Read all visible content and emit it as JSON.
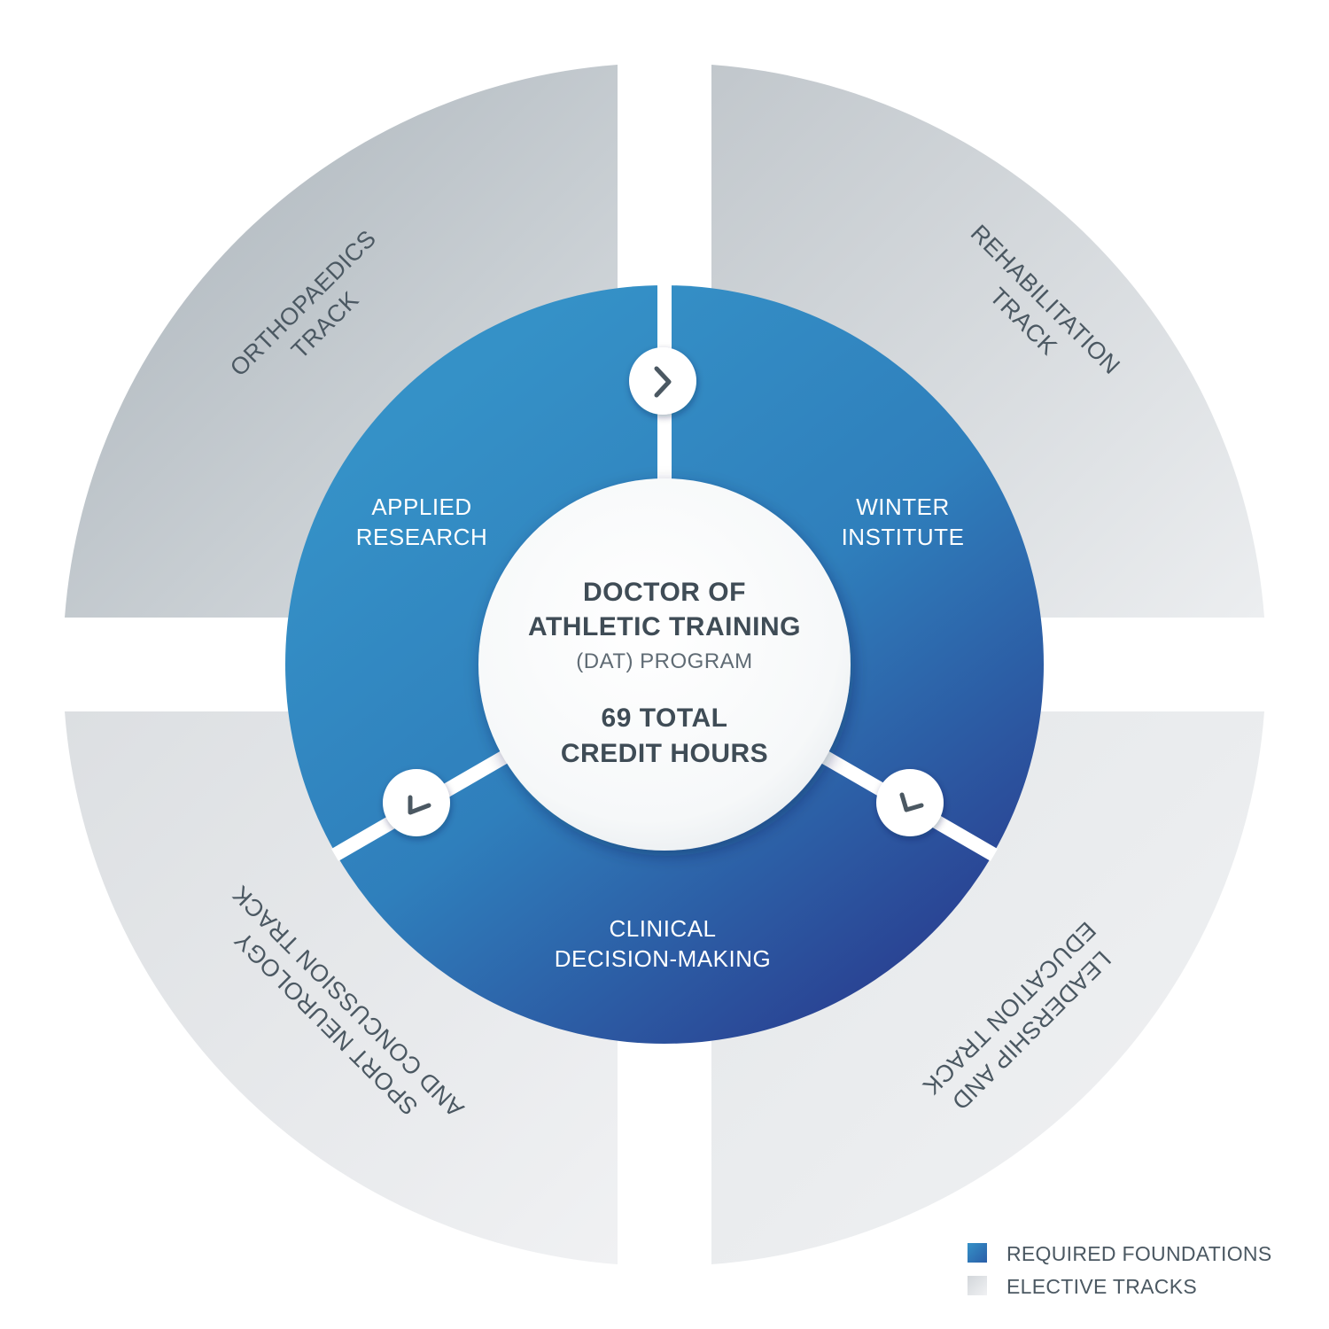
{
  "center": {
    "line1": "DOCTOR OF",
    "line2": "ATHLETIC TRAINING",
    "line3": "(DAT) PROGRAM",
    "credits1": "69 TOTAL",
    "credits2": "CREDIT HOURS"
  },
  "foundations": [
    {
      "line1": "APPLIED",
      "line2": "RESEARCH"
    },
    {
      "line1": "WINTER",
      "line2": "INSTITUTE"
    },
    {
      "line1": "CLINICAL",
      "line2": "DECISION-MAKING"
    }
  ],
  "tracks": [
    {
      "line1": "ORTHOPAEDICS",
      "line2": "TRACK"
    },
    {
      "line1": "REHABILITATION",
      "line2": "TRACK"
    },
    {
      "line1": "LEADERSHIP AND",
      "line2": "EDUCATION TRACK"
    },
    {
      "line1": "SPORT NEUROLOGY",
      "line2": "AND CONCUSSION TRACK"
    }
  ],
  "legend": [
    {
      "label": "REQUIRED FOUNDATIONS",
      "color": "#2b7fc0"
    },
    {
      "label": "ELECTIVE TRACKS",
      "color": "#dcdfe2"
    }
  ],
  "colors": {
    "track_dark": "#adb5bc",
    "track_light": "#eef0f2",
    "foundation_light": "#3591c7",
    "foundation_dark": "#283a8e",
    "text": "#4b5862"
  },
  "icons": [
    "chevron-right-icon",
    "chevron-down-left-icon",
    "chevron-down-right-icon"
  ]
}
